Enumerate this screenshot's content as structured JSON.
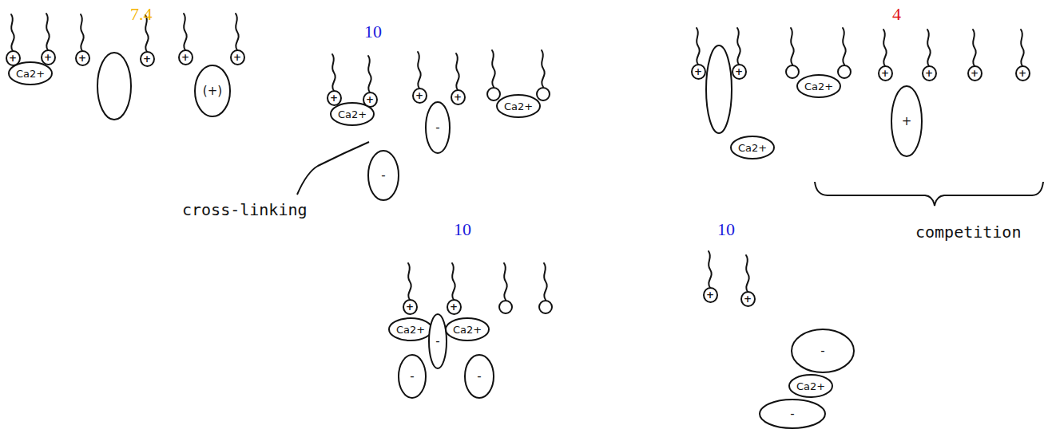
{
  "diagram": {
    "nodes": [
      {
        "text": [
          "+"
        ]
      },
      {
        "text": [
          "+"
        ]
      },
      {
        "text": [
          "Ca2+"
        ]
      },
      {
        "text": [
          "+"
        ]
      },
      {
        "text": [
          "+"
        ]
      },
      {
        "text": [
          "+"
        ]
      },
      {
        "text": [
          "+"
        ]
      },
      {
        "text": [
          "(+)"
        ]
      },
      {
        "text": [
          "+"
        ]
      },
      {
        "text": [
          "+"
        ]
      },
      {
        "text": [
          "Ca2+"
        ]
      },
      {
        "text": [
          "-"
        ]
      },
      {
        "text": [
          "+"
        ]
      },
      {
        "text": [
          "+"
        ]
      },
      {
        "text": [
          "-"
        ]
      },
      {
        "text": [
          "Ca2+"
        ]
      },
      {
        "text": [
          "+"
        ]
      },
      {
        "text": [
          "+"
        ]
      },
      {
        "text": [
          "Ca2+"
        ]
      },
      {
        "text": [
          "Ca2+"
        ]
      },
      {
        "text": [
          "+"
        ]
      },
      {
        "text": [
          "+"
        ]
      },
      {
        "text": [
          "+"
        ]
      },
      {
        "text": [
          "+"
        ]
      },
      {
        "text": [
          "+"
        ]
      },
      {
        "text": [
          "+"
        ]
      },
      {
        "text": [
          "+"
        ]
      },
      {
        "text": [
          "Ca2+"
        ]
      },
      {
        "text": [
          "-"
        ]
      },
      {
        "text": [
          "Ca2+"
        ]
      },
      {
        "text": [
          "-"
        ]
      },
      {
        "text": [
          "-"
        ]
      },
      {
        "text": [
          "+"
        ]
      },
      {
        "text": [
          "+"
        ]
      },
      {
        "text": [
          "-"
        ]
      },
      {
        "text": [
          "Ca2+"
        ]
      },
      {
        "text": [
          "-"
        ]
      }
    ],
    "labels": [
      "7.4",
      "10",
      "4",
      "cross-linking",
      "10",
      "competition",
      "10"
    ]
  }
}
